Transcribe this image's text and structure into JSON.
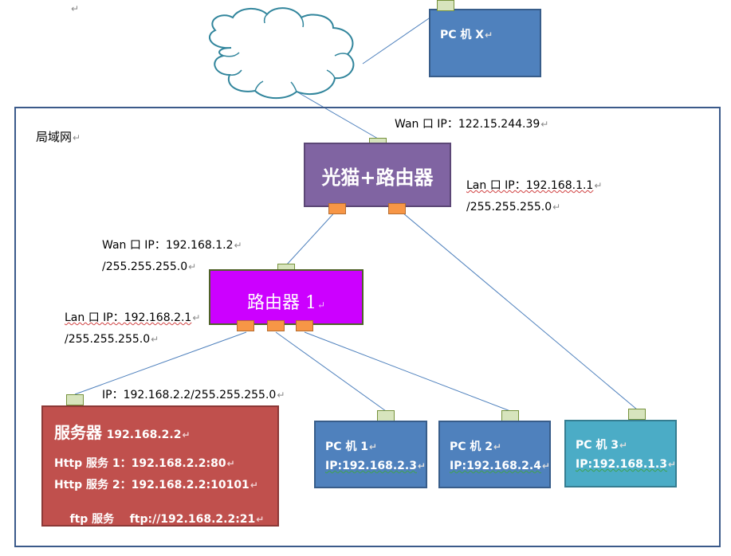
{
  "colors": {
    "frame": "#3b5a8a",
    "pc": "#4f81bd",
    "pc3": "#4bacc6",
    "modem": "#8064a2",
    "router": "#cc00ff",
    "server": "#c0504d",
    "port_wan": "#d7e4bd",
    "port_lan": "#f79646",
    "cloud_stroke": "#31859c",
    "line": "#4f81bd"
  },
  "lan_label": "局域网",
  "pcx": {
    "title": "PC 机 X"
  },
  "modem": {
    "title": "光猫+路由器",
    "wan_label": "Wan 口 IP：122.15.244.39",
    "lan_label_1": "Lan 口 IP：192.168.1.1",
    "lan_label_2": "/255.255.255.0"
  },
  "router1": {
    "title": "路由器 1",
    "wan_label_1": "Wan 口 IP：192.168.1.2",
    "wan_label_2": "/255.255.255.0",
    "lan_label_1": "Lan 口 IP：192.168.2.1",
    "lan_label_2": "/255.255.255.0"
  },
  "server": {
    "ip_label": "IP：192.168.2.2/255.255.255.0",
    "title": "服务器",
    "title_ip": "192.168.2.2",
    "http1": "Http 服务 1：192.168.2.2:80",
    "http2": "Http 服务 2：192.168.2.2:10101",
    "ftp": "ftp 服务    ftp://192.168.2.2:21"
  },
  "pc1": {
    "title": "PC 机 1",
    "ip": "IP:192.168.2.3"
  },
  "pc2": {
    "title": "PC 机 2",
    "ip": "IP:192.168.2.4"
  },
  "pc3": {
    "title": "PC 机 3",
    "ip": "IP:192.168.1.3"
  }
}
